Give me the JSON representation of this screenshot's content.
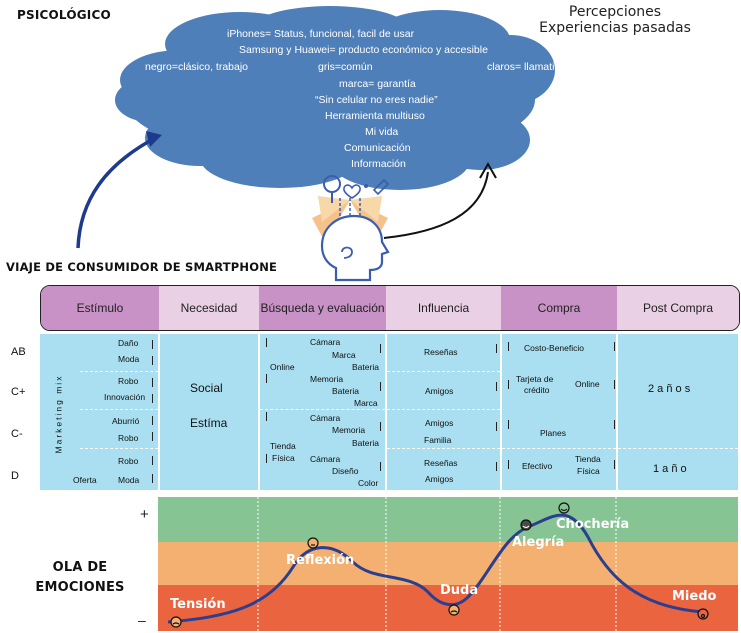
{
  "headings": {
    "psicologico": "PSICOLÓGICO",
    "percepciones": "Percepciones",
    "experiencias": "Experiencias pasadas",
    "viaje": "VIAJE DE CONSUMIDOR DE SMARTPHONE",
    "ola_line1": "OLA DE",
    "ola_line2": "EMOCIONES"
  },
  "cloud": {
    "l1": "iPhones= Status, funcional, facil de usar",
    "l2": "Samsung y Huawei= producto económico y accesible",
    "l3a": "negro=clásico, trabajo",
    "l3b": "gris=común",
    "l3c": "claros= llamativo",
    "l4": "marca= garantía",
    "l5": "“Sin celular no eres nadie”",
    "l6": "Herramienta multiuso",
    "l7": "Mi vida",
    "l8": "Comunicación",
    "l9": "Información"
  },
  "stages": [
    "Estímulo",
    "Necesidad",
    "Búsqueda  y evaluación",
    "Influencia",
    "Compra",
    "Post Compra"
  ],
  "rows": [
    "AB",
    "C+",
    "C-",
    "D"
  ],
  "marketing_mix": "Marketing mix",
  "estimulo": {
    "dano": "Daño",
    "moda1": "Moda",
    "robo1": "Robo",
    "innovacion": "Innovación",
    "aburrio": "Aburrió",
    "robo2": "Robo",
    "robo3": "Robo",
    "oferta": "Oferta",
    "moda2": "Moda"
  },
  "necesidad": {
    "social": "Social",
    "estima": "Estíma"
  },
  "busqueda": {
    "online": "Online",
    "camara1": "Cámara",
    "marca1": "Marca",
    "bateria1": "Bateria",
    "memoria1": "Memoria",
    "bateria2": "Bateria",
    "marca2": "Marca",
    "tienda": "Tienda",
    "fisica": "Física",
    "camara2": "Cámara",
    "memoria2": "Memoria",
    "bateria3": "Bateria",
    "camara3": "Cámara",
    "diseno": "Diseño",
    "color": "Color"
  },
  "influencia": {
    "resenas1": "Reseñas",
    "amigos1": "Amigos",
    "amigos2": "Amigos",
    "familia": "Familia",
    "resenas2": "Reseñas",
    "amigos3": "Amigos"
  },
  "compra": {
    "costo": "Costo-Beneficio",
    "tarjeta1": "Tarjeta de",
    "tarjeta2": "crédito",
    "online": "Online",
    "planes": "Planes",
    "efectivo": "Efectivo",
    "tienda1": "Tienda",
    "tienda2": "Física"
  },
  "post": {
    "dos": "2  a ñ o s",
    "uno": "1  a ñ o"
  },
  "emotions": {
    "plus": "+",
    "minus": "–",
    "tension": "Tensión",
    "reflexion": "Reflexión",
    "duda": "Duda",
    "alegria": "Alegría",
    "chocheria": "Chochería",
    "miedo": "Miedo"
  },
  "colors": {
    "cloud": "#4f7fb8",
    "green": "#86c493",
    "orange": "#f3b070",
    "red": "#ea6440",
    "curve": "#2a3f8f",
    "stage_dark": "#c892c6",
    "stage_light": "#ead0e4",
    "cell": "#a9dff0"
  }
}
